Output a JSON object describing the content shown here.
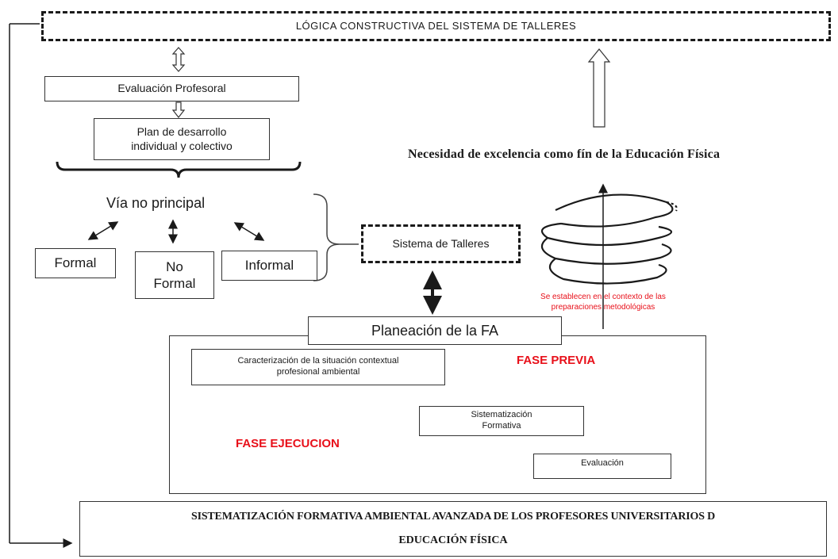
{
  "top_box": "LÓGICA CONSTRUCTIVA DEL SISTEMA DE TALLERES",
  "evaluacion_profesoral": "Evaluación Profesoral",
  "plan_line1": "Plan de desarrollo",
  "plan_line2": "individual y colectivo",
  "via_no_principal": "Vía no principal",
  "formal": "Formal",
  "no_formal_line1": "No",
  "no_formal_line2": "Formal",
  "informal": "Informal",
  "sistema_talleres": "Sistema de Talleres",
  "necesidad": "Necesidad de excelencia como fín de la Educación Física",
  "spiral_note_line1": "Se establecen en el contexto de las",
  "spiral_note_line2": "preparaciones metodológicas",
  "planeacion": "Planeación de la FA",
  "caracterizacion_line1": "Caracterización de la situación contextual",
  "caracterizacion_line2": "profesional ambiental",
  "fase_previa": "FASE PREVIA",
  "sistematizacion_line1": "Sistematización",
  "sistematizacion_line2": "Formativa",
  "fase_ejecucion": "FASE EJECUCION",
  "evaluacion": "Evaluación",
  "bottom_line1": "SISTEMATIZACIÓN FORMATIVA AMBIENTAL AVANZADA DE LOS PROFESORES UNIVERSITARIOS D",
  "bottom_line2": "EDUCACIÓN FÍSICA",
  "colors": {
    "red": "#e8101a",
    "green": "#7dc243",
    "black": "#1a1a1a"
  }
}
